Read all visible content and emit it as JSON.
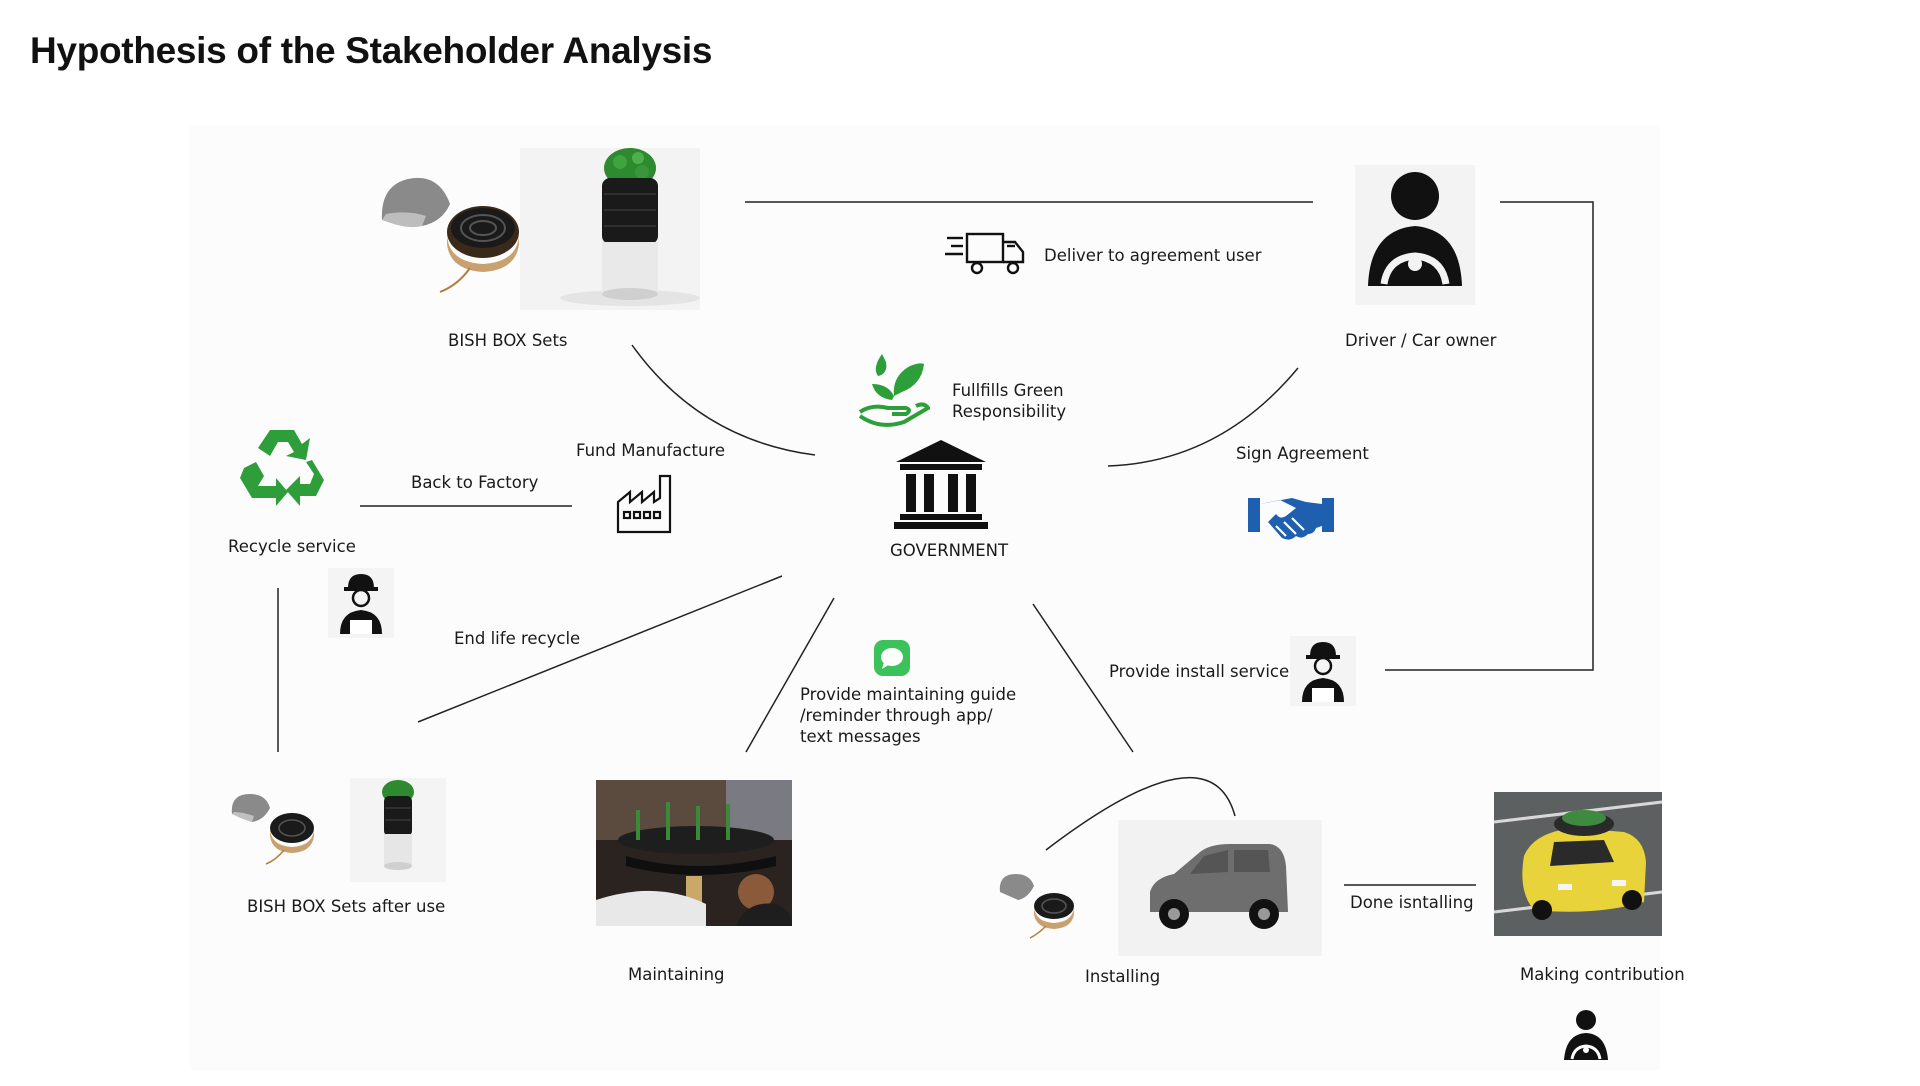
{
  "title": "Hypothesis of the Stakeholder Analysis",
  "labels": {
    "bish_box_sets": "BISH BOX Sets",
    "deliver": "Deliver to agreement user",
    "driver": "Driver / Car owner",
    "fulfills": "Fullfills Green Responsibility",
    "fund_manufacture": "Fund Manufacture",
    "back_to_factory": "Back to Factory",
    "recycle_service": "Recycle service",
    "government": "GOVERNMENT",
    "sign_agreement": "Sign Agreement",
    "end_life_recycle": "End life recycle",
    "provide_install": "Provide install service",
    "maintaining_guide": "Provide maintaining guide /reminder through app/ text messages",
    "bish_after_use": "BISH BOX Sets after use",
    "maintaining": "Maintaining",
    "installing": "Installing",
    "done_installing": "Done isntalling",
    "making_contribution": "Making contribution"
  },
  "icons": {
    "truck": "delivery-truck-icon",
    "driver": "driver-icon",
    "plant": "plant-in-hand-icon",
    "government": "government-building-icon",
    "recycle": "recycle-icon",
    "factory": "factory-icon",
    "handshake": "handshake-icon",
    "worker": "worker-icon",
    "message": "message-icon"
  },
  "colors": {
    "green": "#2e9e3a",
    "blue": "#1f5fb0",
    "message_green": "#3cc25a",
    "black": "#111111"
  }
}
